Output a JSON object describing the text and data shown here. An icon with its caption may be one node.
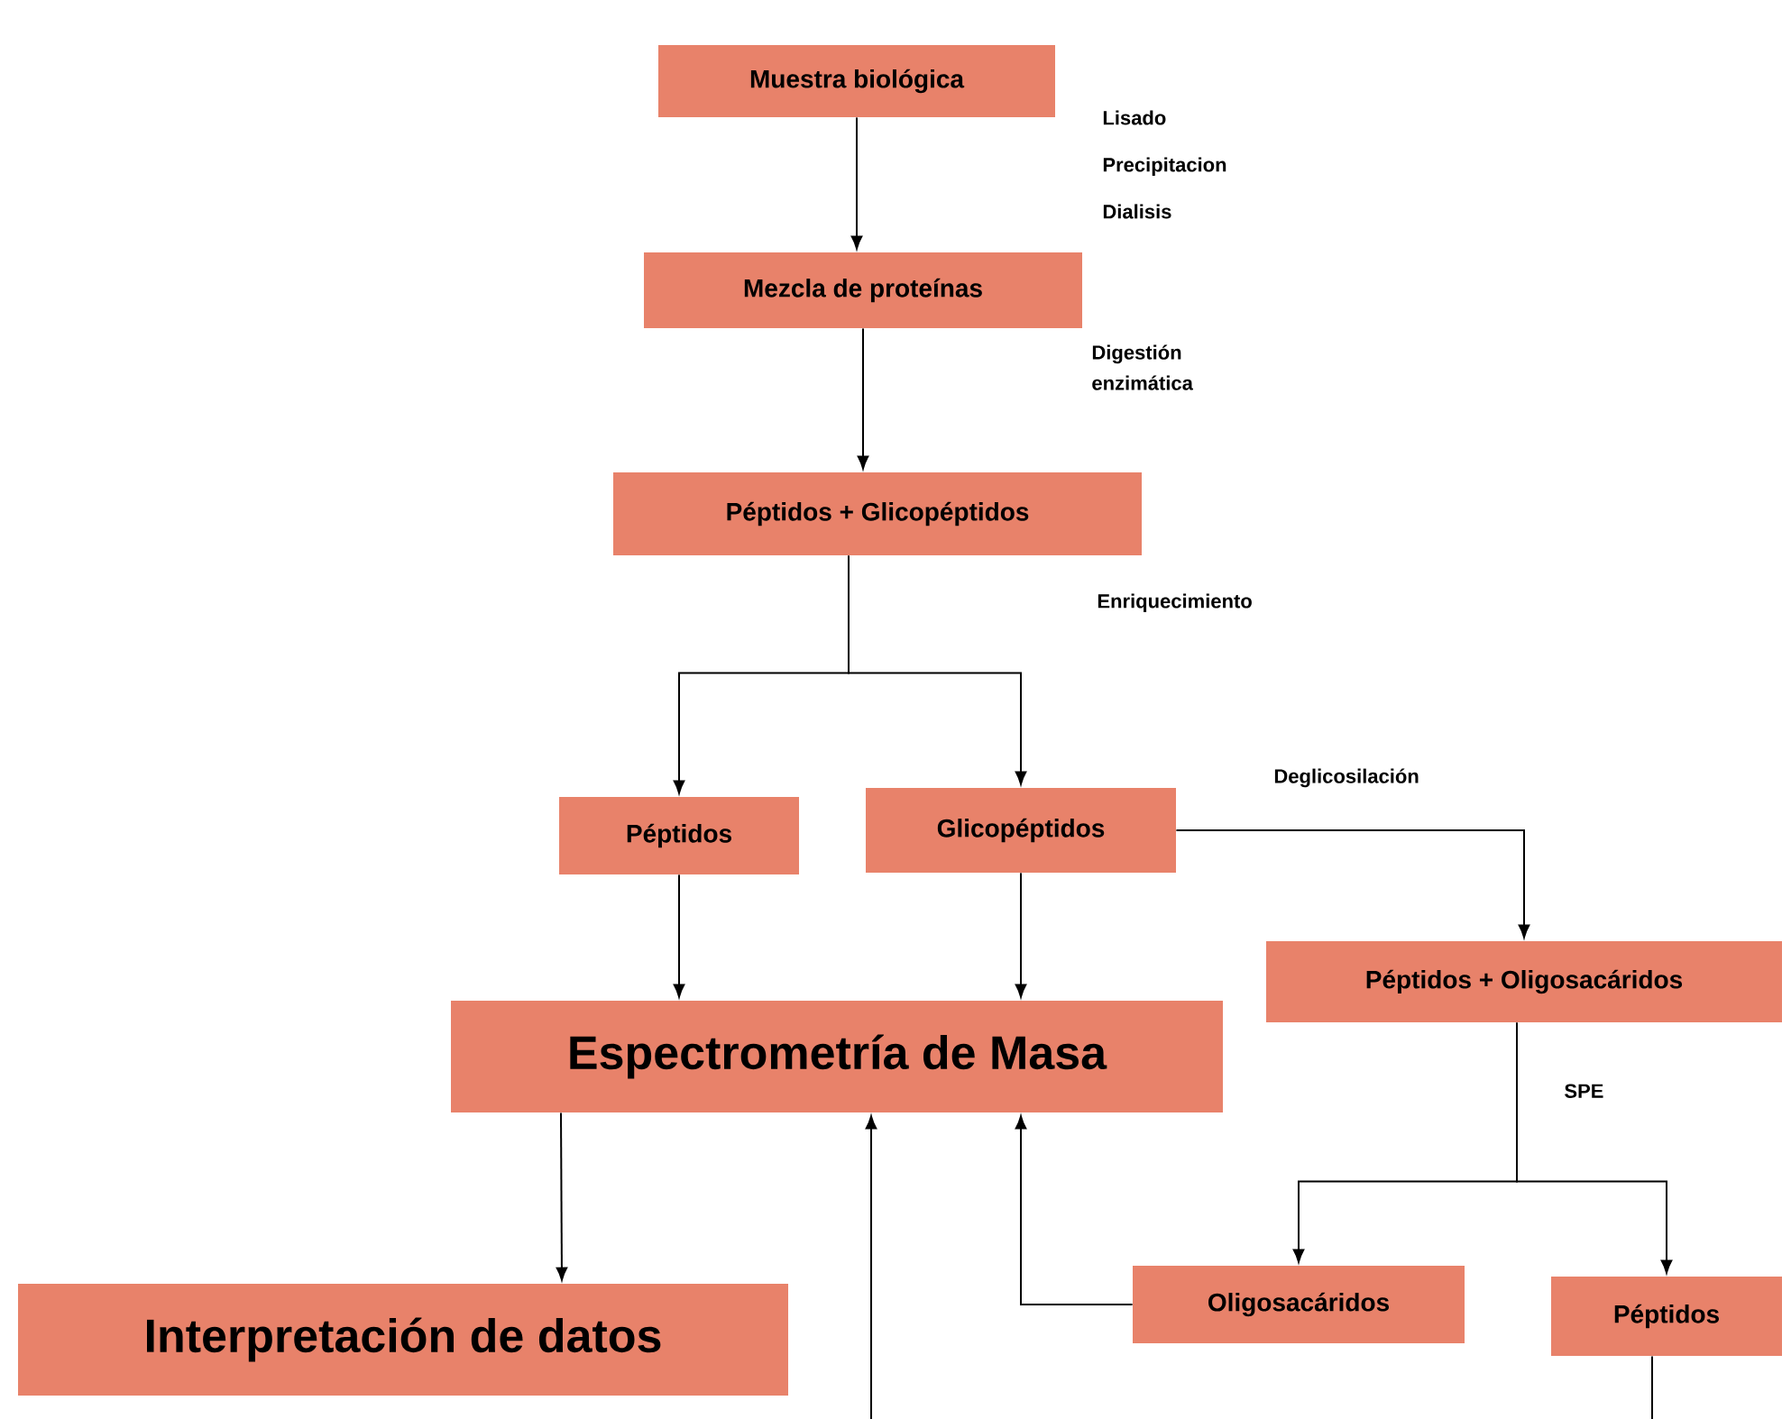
{
  "diagram": {
    "nodes": [
      {
        "text": [
          "Muestra biológica"
        ]
      },
      {
        "text": [
          "Mezcla de proteínas"
        ]
      },
      {
        "text": [
          "Péptidos + Glicopéptidos"
        ]
      },
      {
        "text": [
          "Péptidos"
        ]
      },
      {
        "text": [
          "Glicopéptidos"
        ]
      },
      {
        "text": [
          "Espectrometría de Masa"
        ]
      },
      {
        "text": [
          "Péptidos + Oligosacáridos"
        ]
      },
      {
        "text": [
          "Interpretación de datos"
        ]
      },
      {
        "text": [
          "Oligosacáridos"
        ]
      },
      {
        "text": [
          "Péptidos"
        ]
      }
    ],
    "edges": [
      {
        "from": 0,
        "to": 1,
        "arrow": "to"
      },
      {
        "from": 1,
        "to": 2,
        "arrow": "to"
      },
      {
        "from": 2,
        "to": 3,
        "arrow": "to"
      },
      {
        "from": 2,
        "to": 4,
        "arrow": "to",
        "label": "Enriquecimiento"
      },
      {
        "from": 3,
        "to": 5,
        "arrow": "to"
      },
      {
        "from": 4,
        "to": 5,
        "arrow": "to"
      },
      {
        "from": 4,
        "to": 6,
        "arrow": "to",
        "label": "Deglicosilación"
      },
      {
        "from": 6,
        "to": 8,
        "arrow": "to"
      },
      {
        "from": 6,
        "to": 9,
        "arrow": "to",
        "label": "SPE"
      },
      {
        "from": 5,
        "to": 7,
        "arrow": "to"
      },
      {
        "from": 8,
        "to": 5,
        "arrow": "to"
      },
      {
        "from": null,
        "to": 5,
        "arrow": "to"
      },
      {
        "from": 9,
        "to": null,
        "arrow": "none"
      }
    ],
    "labels": [
      "Lisado",
      "Precipitacion",
      "Dialisis",
      "Digestión enzimática"
    ]
  }
}
